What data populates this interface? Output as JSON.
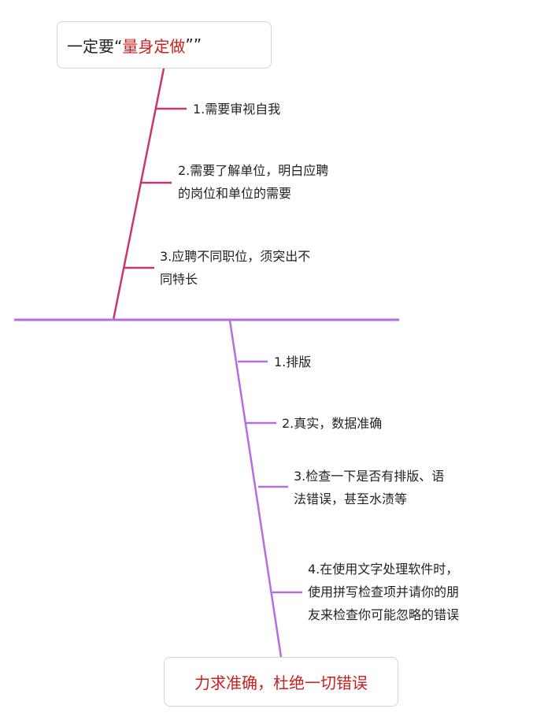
{
  "colors": {
    "upper_branch": "#c9356f",
    "lower_branch": "#b56de0",
    "emphasis": "#c8201e"
  },
  "top_node": {
    "prefix": "一定要“",
    "highlight": "量身定做",
    "suffix": "””"
  },
  "upper_items": [
    {
      "lines": [
        "1.需要审视自我"
      ]
    },
    {
      "lines": [
        "2.需要了解单位，明白应聘",
        "的岗位和单位的需要"
      ]
    },
    {
      "lines": [
        "3.应聘不同职位，须突出不",
        "同特长"
      ]
    }
  ],
  "lower_items": [
    {
      "lines": [
        "1.排版"
      ]
    },
    {
      "lines": [
        "2.真实，数据准确"
      ]
    },
    {
      "lines": [
        "3.检查一下是否有排版、语",
        "法错误，甚至水渍等"
      ]
    },
    {
      "lines": [
        "4.在使用文字处理软件时，",
        "使用拼写检查项并请你的朋",
        "友来检查你可能忽略的错误"
      ]
    }
  ],
  "bottom_node": {
    "text": "力求准确，杜绝一切错误"
  }
}
